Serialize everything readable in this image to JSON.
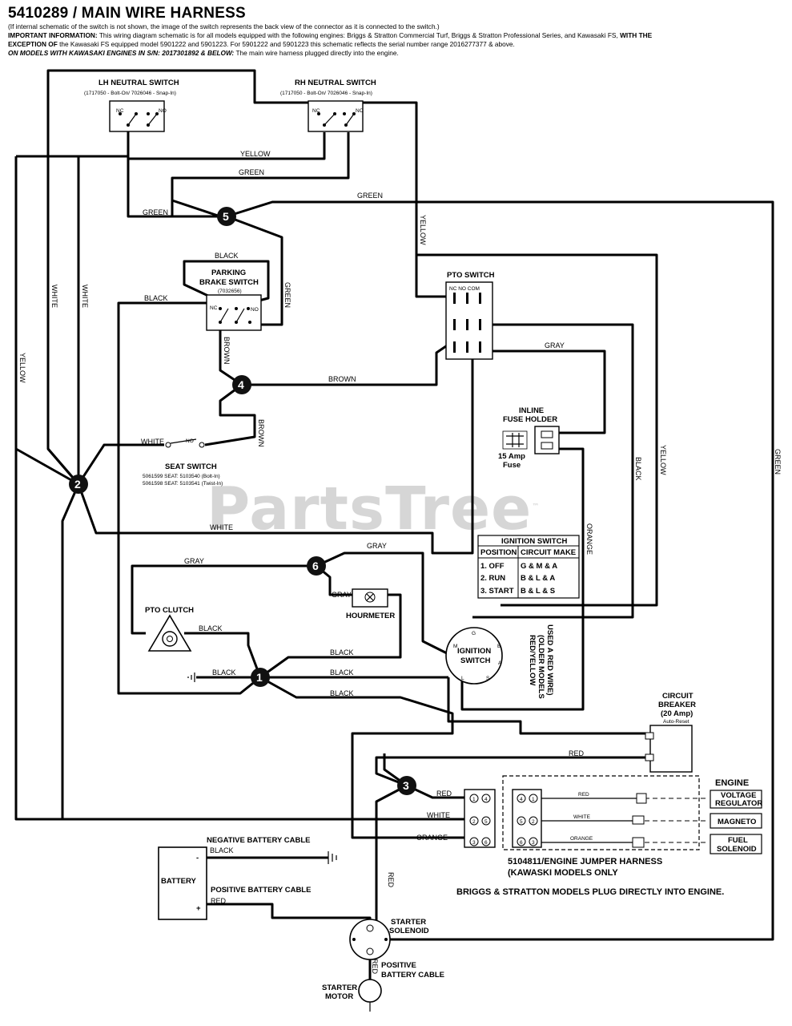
{
  "header": {
    "title": "5410289 / MAIN WIRE HARNESS",
    "line1": "(If internal schematic of the switch is not shown, the image of the switch represents the back view of the connector as it is connected to the switch.)",
    "line2_bold": "IMPORTANT INFORMATION:",
    "line2": " This wiring diagram schematic is for all models equipped with the following engines: Briggs & Stratton Commercial Turf, Briggs & Stratton Professional Series, and Kawasaki FS, ",
    "line2_bold_end": "WITH THE",
    "line3_bold": "EXCEPTION OF",
    "line3": " the Kawasaki FS equipped model 5901222 and 5901223. For 5901222 and 5901223 this schematic reflects the serial number range 2016277377 & above.",
    "line4_bold": "ON MODELS WITH KAWASAKI ENGINES IN S/N: 2017301892 & BELOW:",
    "line4": " The main wire harness plugged directly into the engine."
  },
  "watermark": "PartsTree",
  "watermark_tm": "™",
  "components": {
    "lh_neutral": {
      "name": "LH NEUTRAL SWITCH",
      "sub": "(1717050 - Bolt-On/ 7026046 - Snap-In)"
    },
    "rh_neutral": {
      "name": "RH NEUTRAL SWITCH",
      "sub": "(1717050 - Bolt-On/ 7026046 - Snap-In)"
    },
    "parking_brake": {
      "name1": "PARKING",
      "name2": "BRAKE SWITCH",
      "sub": "(7032656)"
    },
    "pto_switch": {
      "name": "PTO SWITCH",
      "pins": "NC NO COM"
    },
    "inline_fuse": {
      "name1": "INLINE",
      "name2": "FUSE HOLDER",
      "fuse1": "15 Amp",
      "fuse2": "Fuse"
    },
    "seat_switch": {
      "name": "SEAT SWITCH",
      "sub1": "5061599 SEAT: 5103540 (Bolt-In)",
      "sub2": "5061598 SEAT: 5103541 (Twist-In)"
    },
    "ignition_table": {
      "title": "IGNITION SWITCH",
      "headers": [
        "POSITION",
        "CIRCUIT MAKE"
      ],
      "rows": [
        [
          "1. OFF",
          "G & M & A"
        ],
        [
          "2. RUN",
          "B & L & A"
        ],
        [
          "3. START",
          "B & L & S"
        ]
      ]
    },
    "pto_clutch": "PTO CLUTCH",
    "hourmeter": "HOURMETER",
    "ignition_switch": {
      "name1": "IGNITION",
      "name2": "SWITCH"
    },
    "ignition_note": [
      "RED/YELLOW",
      "(OLDER MODELS",
      "USED A RED WIRE)"
    ],
    "circuit_breaker": {
      "name1": "CIRCUIT",
      "name2": "BREAKER",
      "name3": "(20 Amp)",
      "sub": "Auto-Reset"
    },
    "engine": {
      "title": "ENGINE",
      "voltage1": "VOLTAGE",
      "voltage2": "REGULATOR",
      "magneto": "MAGNETO",
      "fuel1": "FUEL",
      "fuel2": "SOLENOID"
    },
    "jumper": {
      "line1": "5104811/ENGINE JUMPER HARNESS",
      "line2": "(KAWASKI MODELS ONLY"
    },
    "briggs_note": "BRIGGS & STRATTON MODELS PLUG DIRECTLY INTO ENGINE.",
    "battery": "BATTERY",
    "neg_cable": "NEGATIVE BATTERY CABLE",
    "pos_cable": "POSITIVE BATTERY CABLE",
    "starter_solenoid": {
      "name1": "STARTER",
      "name2": "SOLENOID"
    },
    "pos_cable2": {
      "name1": "POSITIVE",
      "name2": "BATTERY CABLE"
    },
    "starter_motor": {
      "name1": "STARTER",
      "name2": "MOTOR"
    }
  },
  "wire_labels": {
    "yellow": "YELLOW",
    "green": "GREEN",
    "black": "BLACK",
    "white": "WHITE",
    "brown": "BROWN",
    "gray": "GRAY",
    "orange": "ORANGE",
    "red": "RED",
    "red_lower": "RED",
    "white_lower": "WHITE",
    "orange_lower": "ORANGE",
    "nc": "NC",
    "no": "NO"
  },
  "nodes": [
    "1",
    "2",
    "3",
    "4",
    "5",
    "6"
  ],
  "terminals": {
    "left": [
      "1",
      "2",
      "3",
      "4",
      "5",
      "6"
    ],
    "right": [
      "4",
      "1",
      "5",
      "2",
      "6",
      "3"
    ],
    "switch_letters": [
      "G",
      "B",
      "L",
      "A",
      "S",
      "M"
    ],
    "plus": "+",
    "minus": "-"
  }
}
